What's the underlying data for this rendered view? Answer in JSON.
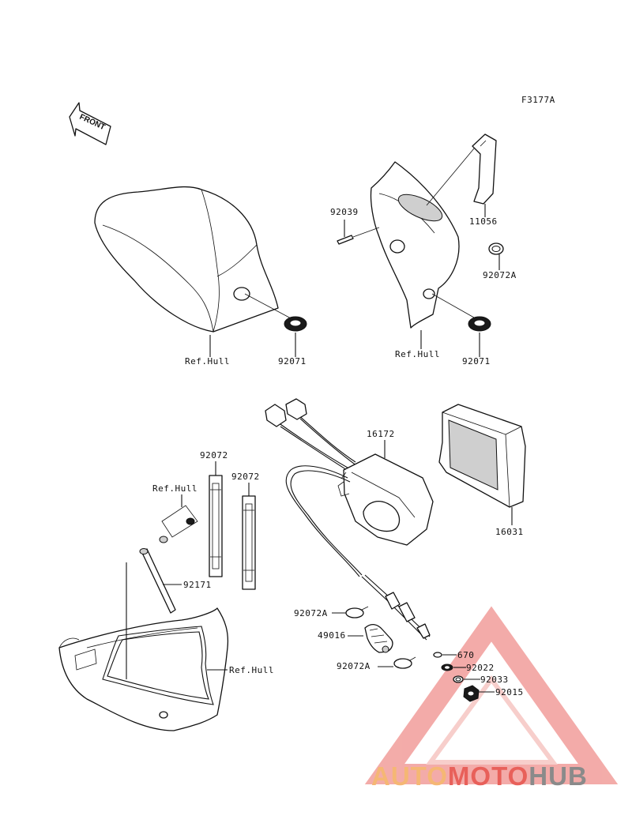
{
  "diagram": {
    "figure_code": "F3177A",
    "front_arrow_text": "FRONT",
    "watermark": {
      "part1": "AUTO",
      "part2": "MOTO",
      "part3": "HUB",
      "color1": "#f5b774",
      "color2": "#e8605a",
      "color3": "#8a8a8a"
    },
    "labels": {
      "refhull_1": "Ref.Hull",
      "grommet_1": "92071",
      "screw": "92039",
      "bracket": "11056",
      "clamp_top": "92072A",
      "refhull_2": "Ref.Hull",
      "grommet_2": "92071",
      "actuator": "16172",
      "cover": "16031",
      "band_1": "92072",
      "band_2": "92072",
      "refhull_3": "Ref.Hull",
      "rod": "92171",
      "clamp_mid": "92072A",
      "boot": "49016",
      "clamp_low": "92072A",
      "oring": "670",
      "washer": "92022",
      "spring": "92033",
      "nut": "92015",
      "refhull_4": "Ref.Hull"
    }
  }
}
